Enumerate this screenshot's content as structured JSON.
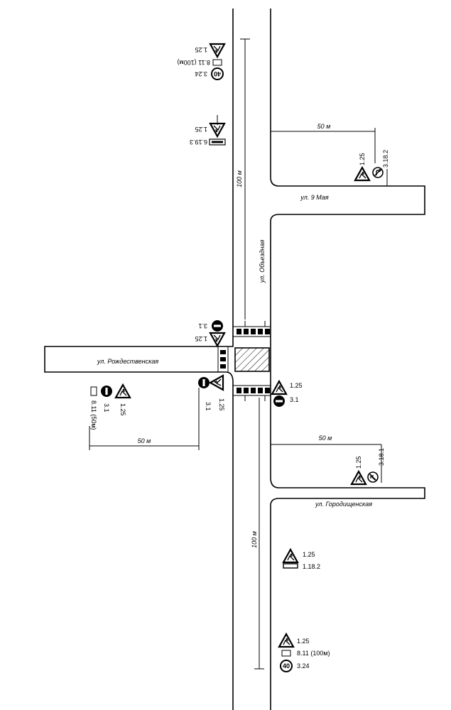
{
  "streets": {
    "main_vertical": "ул. Объездная",
    "right_upper": "ул. 9 Мая",
    "left_middle": "ул. Рождественская",
    "right_lower": "ул. Городищенская"
  },
  "dimensions": {
    "top_vertical": "100 м",
    "top_horizontal": "50 м",
    "left_horizontal": "50 м",
    "right_lower_horizontal": "50 м",
    "bottom_vertical": "100 м"
  },
  "signs": {
    "top": {
      "speed": "40",
      "speed_code": "3.24",
      "plate_code": "8.11 (100м)",
      "warn_code": "1.25"
    },
    "upper_mid": {
      "plate_code": "6.19.3",
      "warn_code": "1.25"
    },
    "right_upper": {
      "warn_code": "1.25",
      "turn_code": "3.18.2"
    },
    "center_left_top": {
      "noentry_code": "3.1",
      "warn_code": "1.25"
    },
    "center_left_bottom": {
      "noentry_code": "3.1",
      "warn_code": "1.25"
    },
    "center_right": {
      "warn_code": "1.25",
      "noentry_code": "3.1"
    },
    "left_group": {
      "plate_code": "8.11 (50м)",
      "noentry_code": "3.1",
      "warn_code": "1.25"
    },
    "right_lower": {
      "warn_code": "1.25",
      "turn_code": "3.18.1"
    },
    "lower_mid": {
      "warn_code": "1.25",
      "plate_code": "1.18.2"
    },
    "bottom": {
      "warn_code": "1.25",
      "plate_code": "8.11 (100м)",
      "speed": "40",
      "speed_code": "3.24"
    }
  }
}
